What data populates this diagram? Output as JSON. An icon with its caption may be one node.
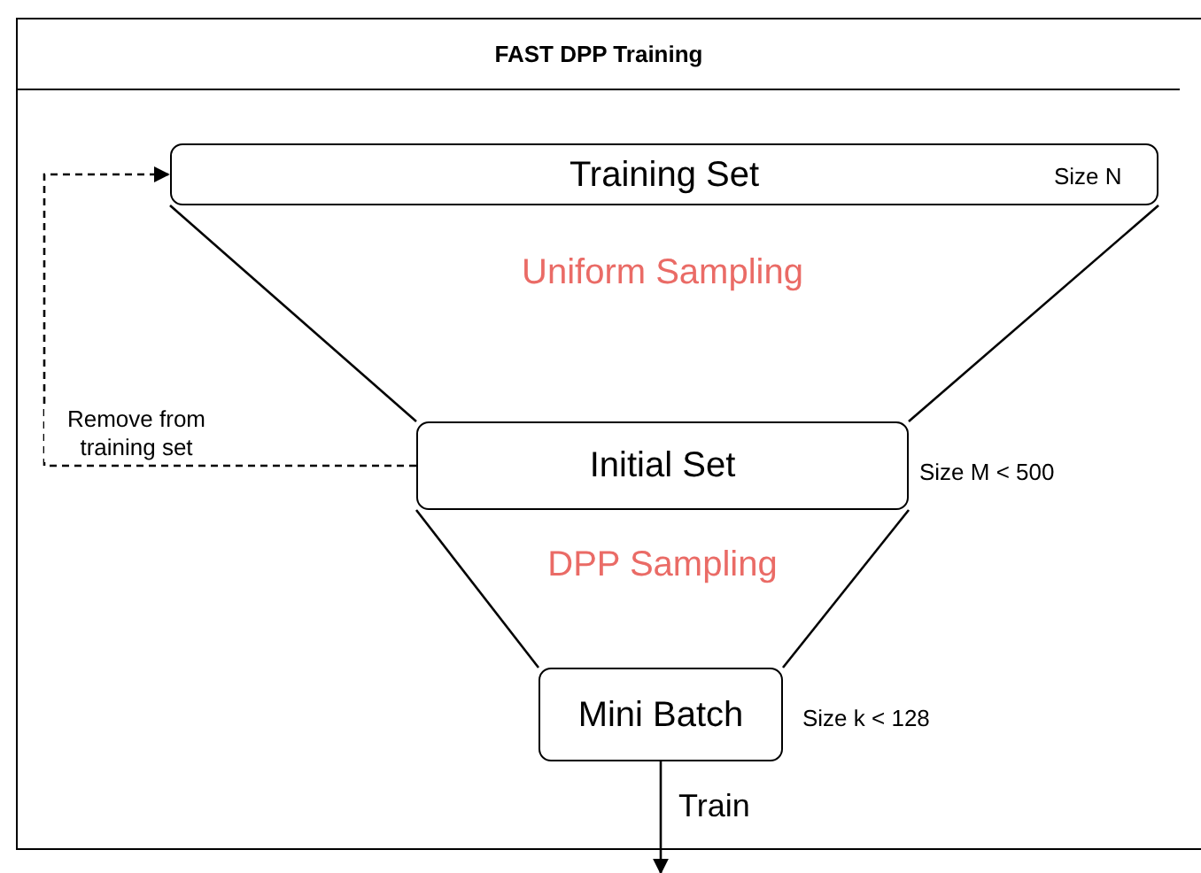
{
  "diagram": {
    "nodes": [
      {
        "text": [
          "FAST DPP Training"
        ]
      },
      {
        "text": [
          "Training Set",
          "Size N"
        ],
        "in": 0
      },
      {
        "text": [
          "Initial Set"
        ],
        "in": 0,
        "beside": [
          "Size M < 500"
        ]
      },
      {
        "text": [
          "Mini Batch"
        ],
        "in": 0,
        "beside": [
          "Size k < 128"
        ]
      }
    ],
    "edges": [
      {
        "from": 1,
        "to": 2,
        "arrow": "none"
      },
      {
        "from": 1,
        "to": 2,
        "arrow": "none"
      },
      {
        "from": 2,
        "to": 3,
        "arrow": "none"
      },
      {
        "from": 2,
        "to": 3,
        "arrow": "none"
      },
      {
        "from": 2,
        "to": 1,
        "arrow": "to",
        "style": "dashed",
        "label": "Remove from training set"
      },
      {
        "from": 3,
        "to": null,
        "arrow": "to",
        "label": "Train"
      }
    ],
    "labels": [
      "Uniform Sampling",
      "DPP Sampling"
    ]
  }
}
